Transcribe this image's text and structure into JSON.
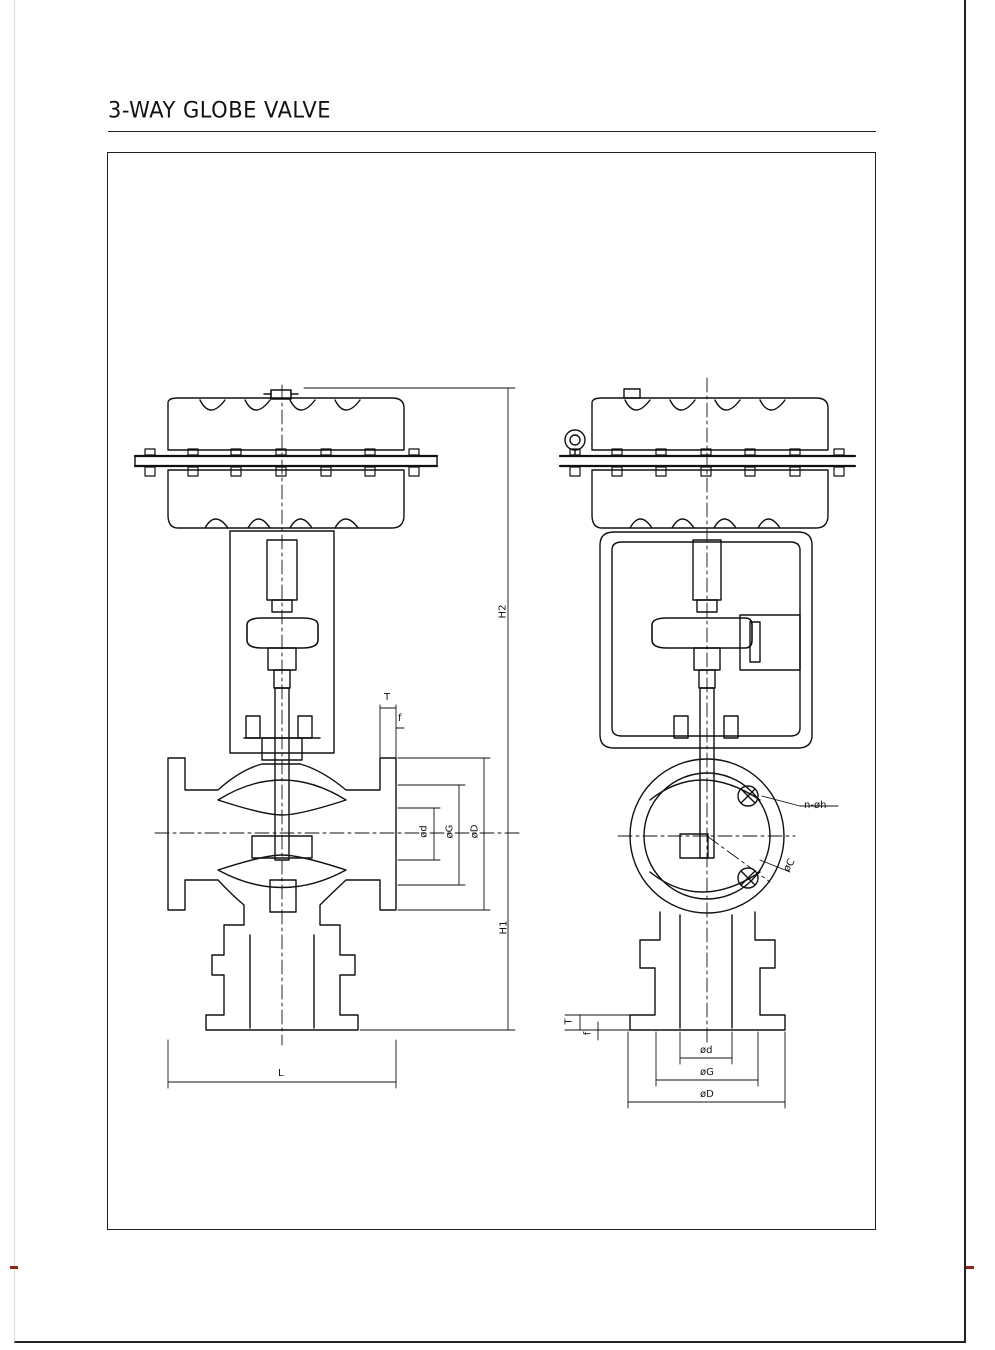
{
  "title": "3-WAY GLOBE VALVE",
  "front_view": {
    "dimensions": {
      "H2": "H2",
      "H1": "H1",
      "L": "L",
      "T": "T",
      "f": "f",
      "d": "ød",
      "G": "øG",
      "D": "øD"
    }
  },
  "side_view": {
    "dimensions": {
      "n_h": "n-øh",
      "C": "øC",
      "T": "T",
      "f": "f",
      "d": "ød",
      "G": "øG",
      "D": "øD"
    }
  }
}
